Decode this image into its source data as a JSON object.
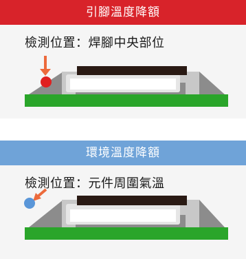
{
  "panels": [
    {
      "header": "引腳溫度降額",
      "measure_label": "檢測位置：焊腳中央部位",
      "header_color": "#d8232a",
      "point_color": "#e02020",
      "arrow_color": "#ec6a3c",
      "point_meaning": "red-dot-at-solder-joint-center"
    },
    {
      "header": "環境溫度降額",
      "measure_label": "檢測位置：元件周圍氣溫",
      "header_color": "#6fa3d8",
      "point_color": "#5a96d8",
      "arrow_color": "#ec6a3c",
      "point_meaning": "blue-dot-ambient-air-near-component"
    }
  ],
  "colors": {
    "board": "#2aa52a",
    "solder": "#8c8c8c",
    "lead": "#c8c8c8",
    "body": "#e6e6e6",
    "chip_top": "#2a1a14",
    "card_bg": "#f5f5f5"
  }
}
